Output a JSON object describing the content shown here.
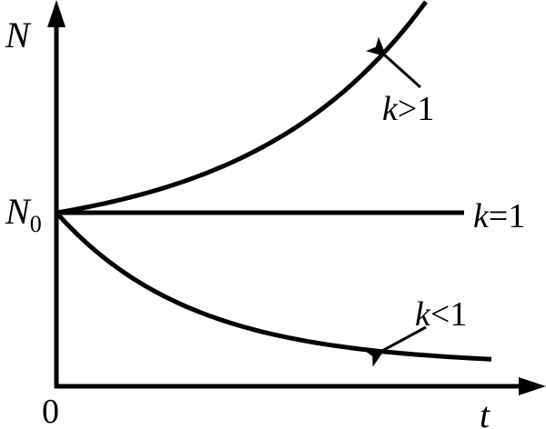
{
  "chart_data": {
    "type": "line",
    "xlabel": "t",
    "ylabel": "N",
    "origin_label": "0",
    "y_tick": {
      "label": "N",
      "subscript": "0"
    },
    "grid": false,
    "series": [
      {
        "name": "k>1",
        "var": "k",
        "op": ">",
        "num": "1",
        "trend": "increasing"
      },
      {
        "name": "k=1",
        "var": "k",
        "op": "=",
        "num": "1",
        "trend": "constant"
      },
      {
        "name": "k<1",
        "var": "k",
        "op": "<",
        "num": "1",
        "trend": "decreasing"
      }
    ]
  }
}
